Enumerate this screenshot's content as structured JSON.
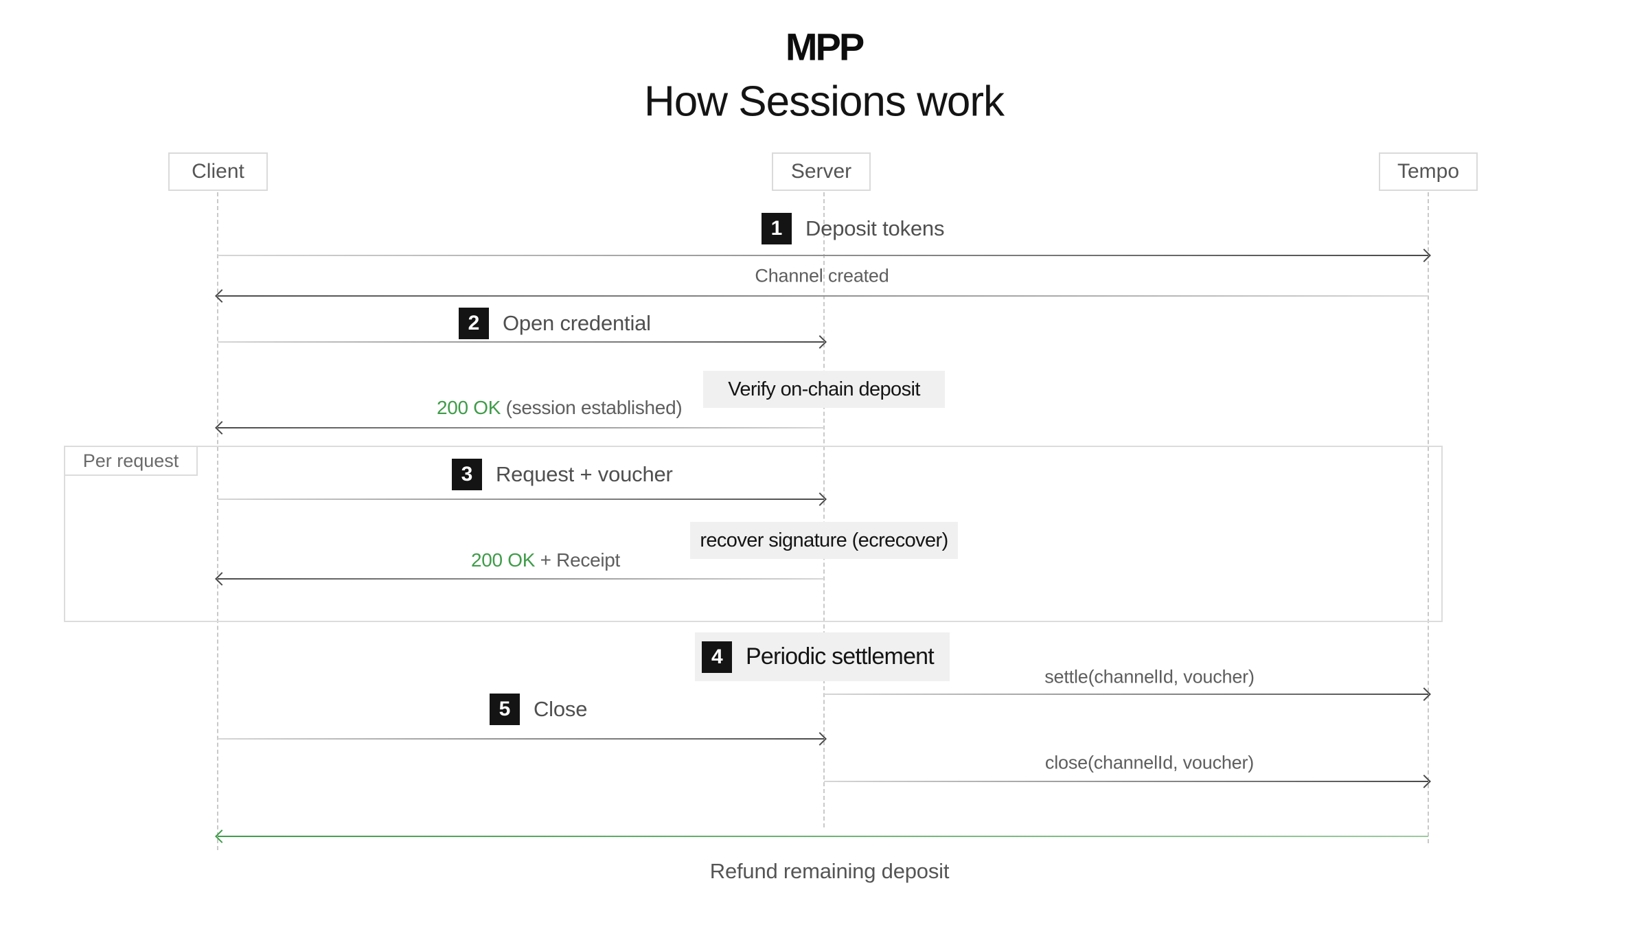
{
  "logo": "MPP",
  "title": "How Sessions work",
  "actors": {
    "client": "Client",
    "server": "Server",
    "tempo": "Tempo"
  },
  "group": {
    "label": "Per request"
  },
  "steps": {
    "s1": {
      "num": "1",
      "label": "Deposit tokens"
    },
    "s2": {
      "num": "2",
      "label": "Open credential"
    },
    "s3": {
      "num": "3",
      "label": "Request + voucher"
    },
    "s4": {
      "num": "4",
      "label": "Periodic settlement"
    },
    "s5": {
      "num": "5",
      "label": "Close"
    }
  },
  "messages": {
    "channel_created": "Channel created",
    "verify_deposit": "Verify on-chain deposit",
    "ok_session_green": "200 OK",
    "ok_session_rest": "(session established)",
    "recover_signature": "recover signature (ecrecover)",
    "ok_receipt_green": "200 OK",
    "ok_receipt_rest": "+ Receipt",
    "settle_call": "settle(channelId, voucher)",
    "close_call": "close(channelId, voucher)",
    "refund": "Refund remaining deposit"
  },
  "colors": {
    "green": "#3f9c49",
    "ink": "#141414",
    "label_gray": "#4f4f4f",
    "line_dark": "#4a4a4a",
    "line_light": "#d6d6d6",
    "box_bg": "#f0f0f0",
    "border_gray": "#dcdcdc"
  }
}
